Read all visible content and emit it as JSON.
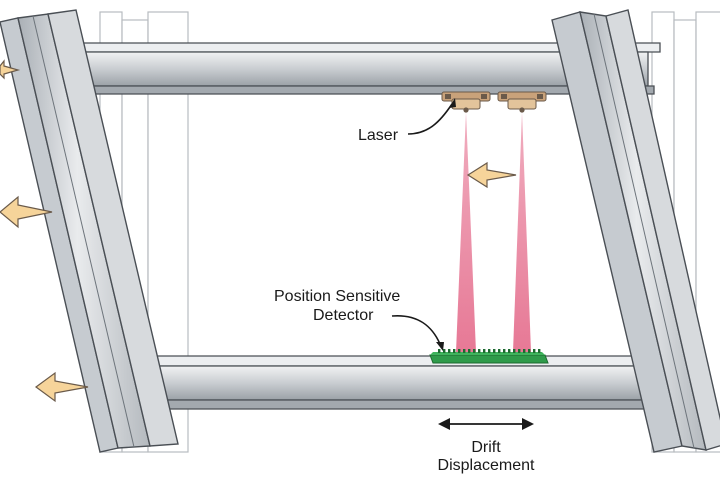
{
  "labels": {
    "laser": "Laser",
    "psd_line1": "Position Sensitive",
    "psd_line2": "Detector",
    "drift_line1": "Drift",
    "drift_line2": "Displacement"
  },
  "colors": {
    "steel_light": "#e6e8ea",
    "steel_mid": "#b9bec3",
    "steel_dark": "#8d949b",
    "outline": "#4a4f55",
    "ghost_outline": "#b8bcc0",
    "beam_pink": "#e46a8a",
    "arrow_fill": "#f6d49a",
    "arrow_stroke": "#6a5a4a",
    "detector_green": "#2f9b4a",
    "detector_dark": "#1d6a30",
    "laser_body": "#c9a27a",
    "laser_dark": "#6b5a4a"
  }
}
